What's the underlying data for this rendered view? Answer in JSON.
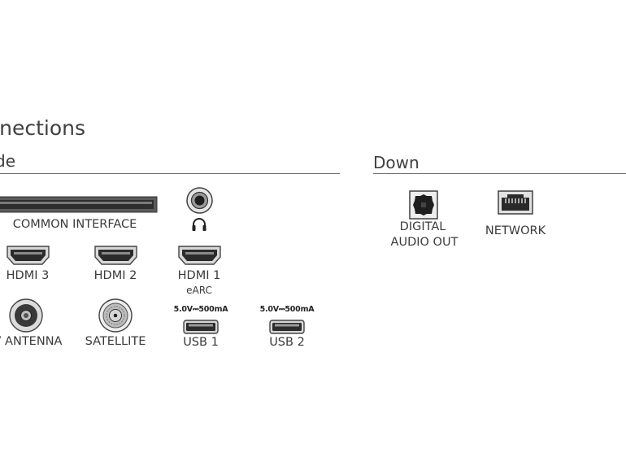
{
  "title": "onnections",
  "sections": {
    "side": "de",
    "down": "Down"
  },
  "ports": {
    "ci": "COMMON INTERFACE",
    "hdmi3": "HDMI 3",
    "hdmi2": "HDMI 2",
    "hdmi1": "HDMI 1",
    "hdmi1_sub": "eARC",
    "antenna": "V ANTENNA",
    "satellite": "SATELLITE",
    "usb1": "USB 1",
    "usb2": "USB 2",
    "usb1_spec": "5.0V⎓500mA",
    "usb2_spec": "5.0V⎓500mA",
    "digital_line1": "DIGITAL",
    "digital_line2": "AUDIO OUT",
    "network": "NETWORK"
  },
  "icons": {
    "headphone_jack": "headphone-jack-icon",
    "headphone": "headphone-icon",
    "ci_slot": "common-interface-slot-icon",
    "hdmi": "hdmi-port-icon",
    "antenna": "coax-antenna-icon",
    "satellite": "f-connector-icon",
    "usb": "usb-port-icon",
    "optical": "optical-port-icon",
    "ethernet": "ethernet-port-icon"
  }
}
